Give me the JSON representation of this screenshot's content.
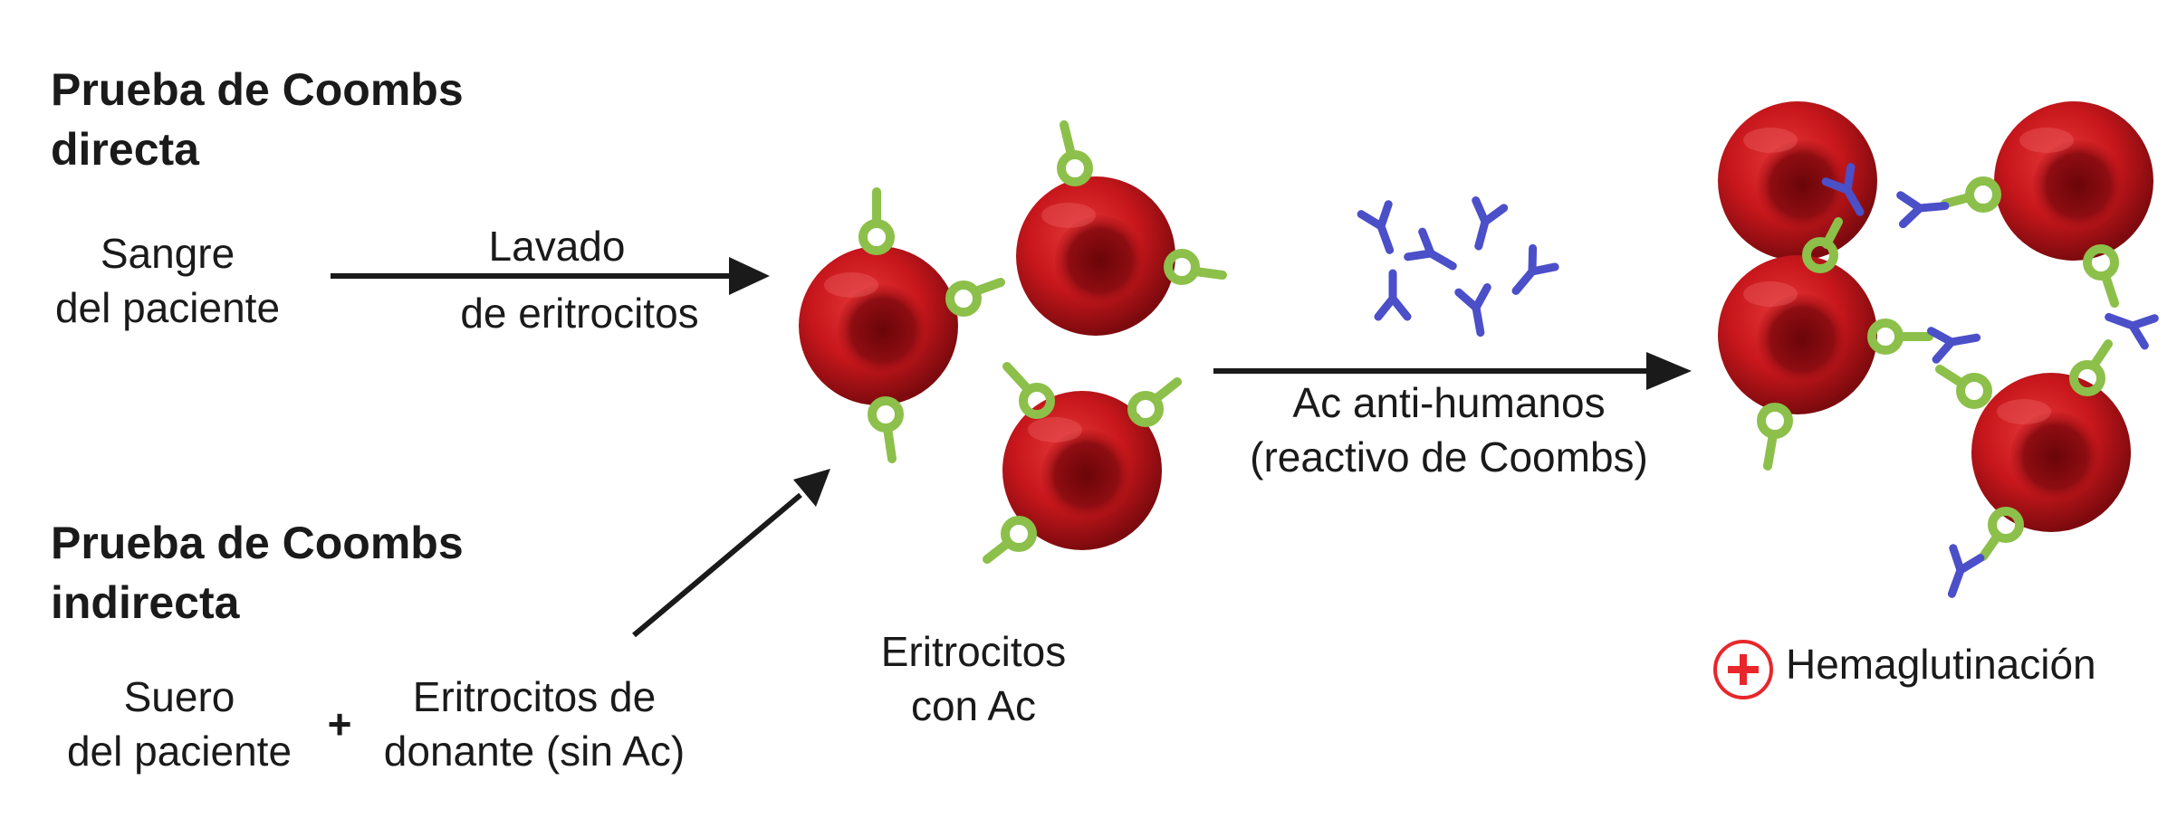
{
  "colors": {
    "cell_dark": "#8e0d12",
    "cell_mid": "#c8171c",
    "cell_light": "#e5383a",
    "antibody_green": "#8cc04a",
    "reagent_blue": "#4b4fc8",
    "arrow": "#1a1a1a",
    "positive_red": "#e8262b"
  },
  "direct": {
    "title_line1": "Prueba de Coombs",
    "title_line2": "directa",
    "source_line1": "Sangre",
    "source_line2": "del paciente",
    "step_line1": "Lavado",
    "step_line2": "de eritrocitos"
  },
  "indirect": {
    "title_line1": "Prueba de Coombs",
    "title_line2": "indirecta",
    "serum_line1": "Suero",
    "serum_line2": "del paciente",
    "plus": "+",
    "donor_line1": "Eritrocitos de",
    "donor_line2": "donante (sin Ac)"
  },
  "middle": {
    "label_line1": "Eritrocitos",
    "label_line2": "con Ac"
  },
  "reagent": {
    "line1": "Ac anti-humanos",
    "line2": "(reactivo de Coombs)"
  },
  "result": {
    "symbol": "+",
    "label": "Hemaglutinación"
  },
  "icons": {
    "cell": "red-blood-cell-icon",
    "antibody": "green-antibody-icon",
    "reagent": "blue-anti-human-antibody-icon",
    "positive": "plus-circle-icon"
  }
}
